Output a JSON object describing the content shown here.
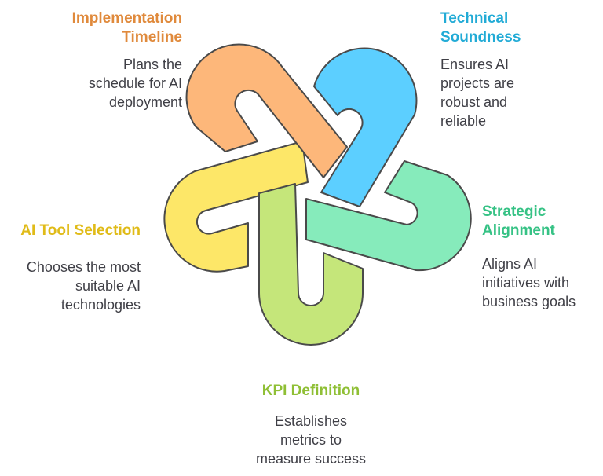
{
  "nodes": [
    {
      "id": "implementation",
      "title": "Implementation\nTimeline",
      "description": "Plans the\nschedule for AI\ndeployment",
      "color": "#f0a35b",
      "fill": "#fdb77a"
    },
    {
      "id": "technical",
      "title": "Technical\nSoundness",
      "description": "Ensures AI\nprojects are\nrobust and\nreliable",
      "color": "#2bb3df",
      "fill": "#5ccfff"
    },
    {
      "id": "strategic",
      "title": "Strategic\nAlignment",
      "description": "Aligns AI\ninitiatives with\nbusiness goals",
      "color": "#3fcf8e",
      "fill": "#86ebbb"
    },
    {
      "id": "kpi",
      "title": "KPI Definition",
      "description": "Establishes\nmetrics to\nmeasure success",
      "color": "#98c93c",
      "fill": "#c5e67a"
    },
    {
      "id": "tool",
      "title": "AI Tool Selection",
      "description": "Chooses the most\nsuitable AI\ntechnologies",
      "color": "#e8c521",
      "fill": "#fde768"
    }
  ]
}
